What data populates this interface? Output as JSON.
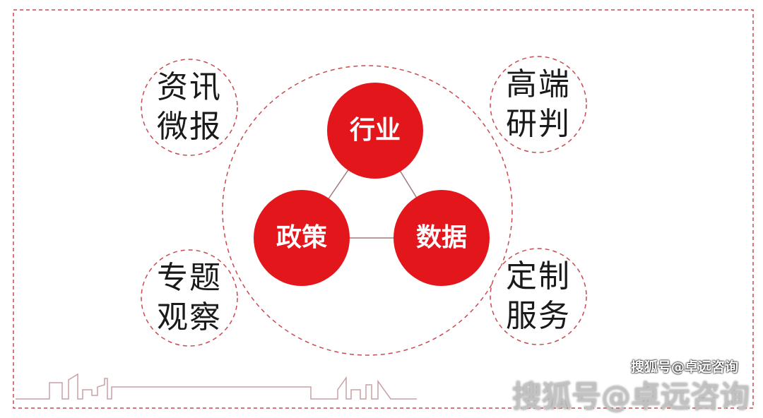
{
  "colors": {
    "accent": "#e3161c",
    "dash": "#c94a50",
    "line": "#a07a7c"
  },
  "core": [
    {
      "label": "行业"
    },
    {
      "label": "政策"
    },
    {
      "label": "数据"
    }
  ],
  "services": [
    {
      "line1": "资讯",
      "line2": "微报"
    },
    {
      "line1": "高端",
      "line2": "研判"
    },
    {
      "line1": "专题",
      "line2": "观察"
    },
    {
      "line1": "定制",
      "line2": "服务"
    }
  ],
  "watermark": {
    "large": "搜狐号@卓远咨询",
    "small": "搜狐号@卓远咨询"
  }
}
